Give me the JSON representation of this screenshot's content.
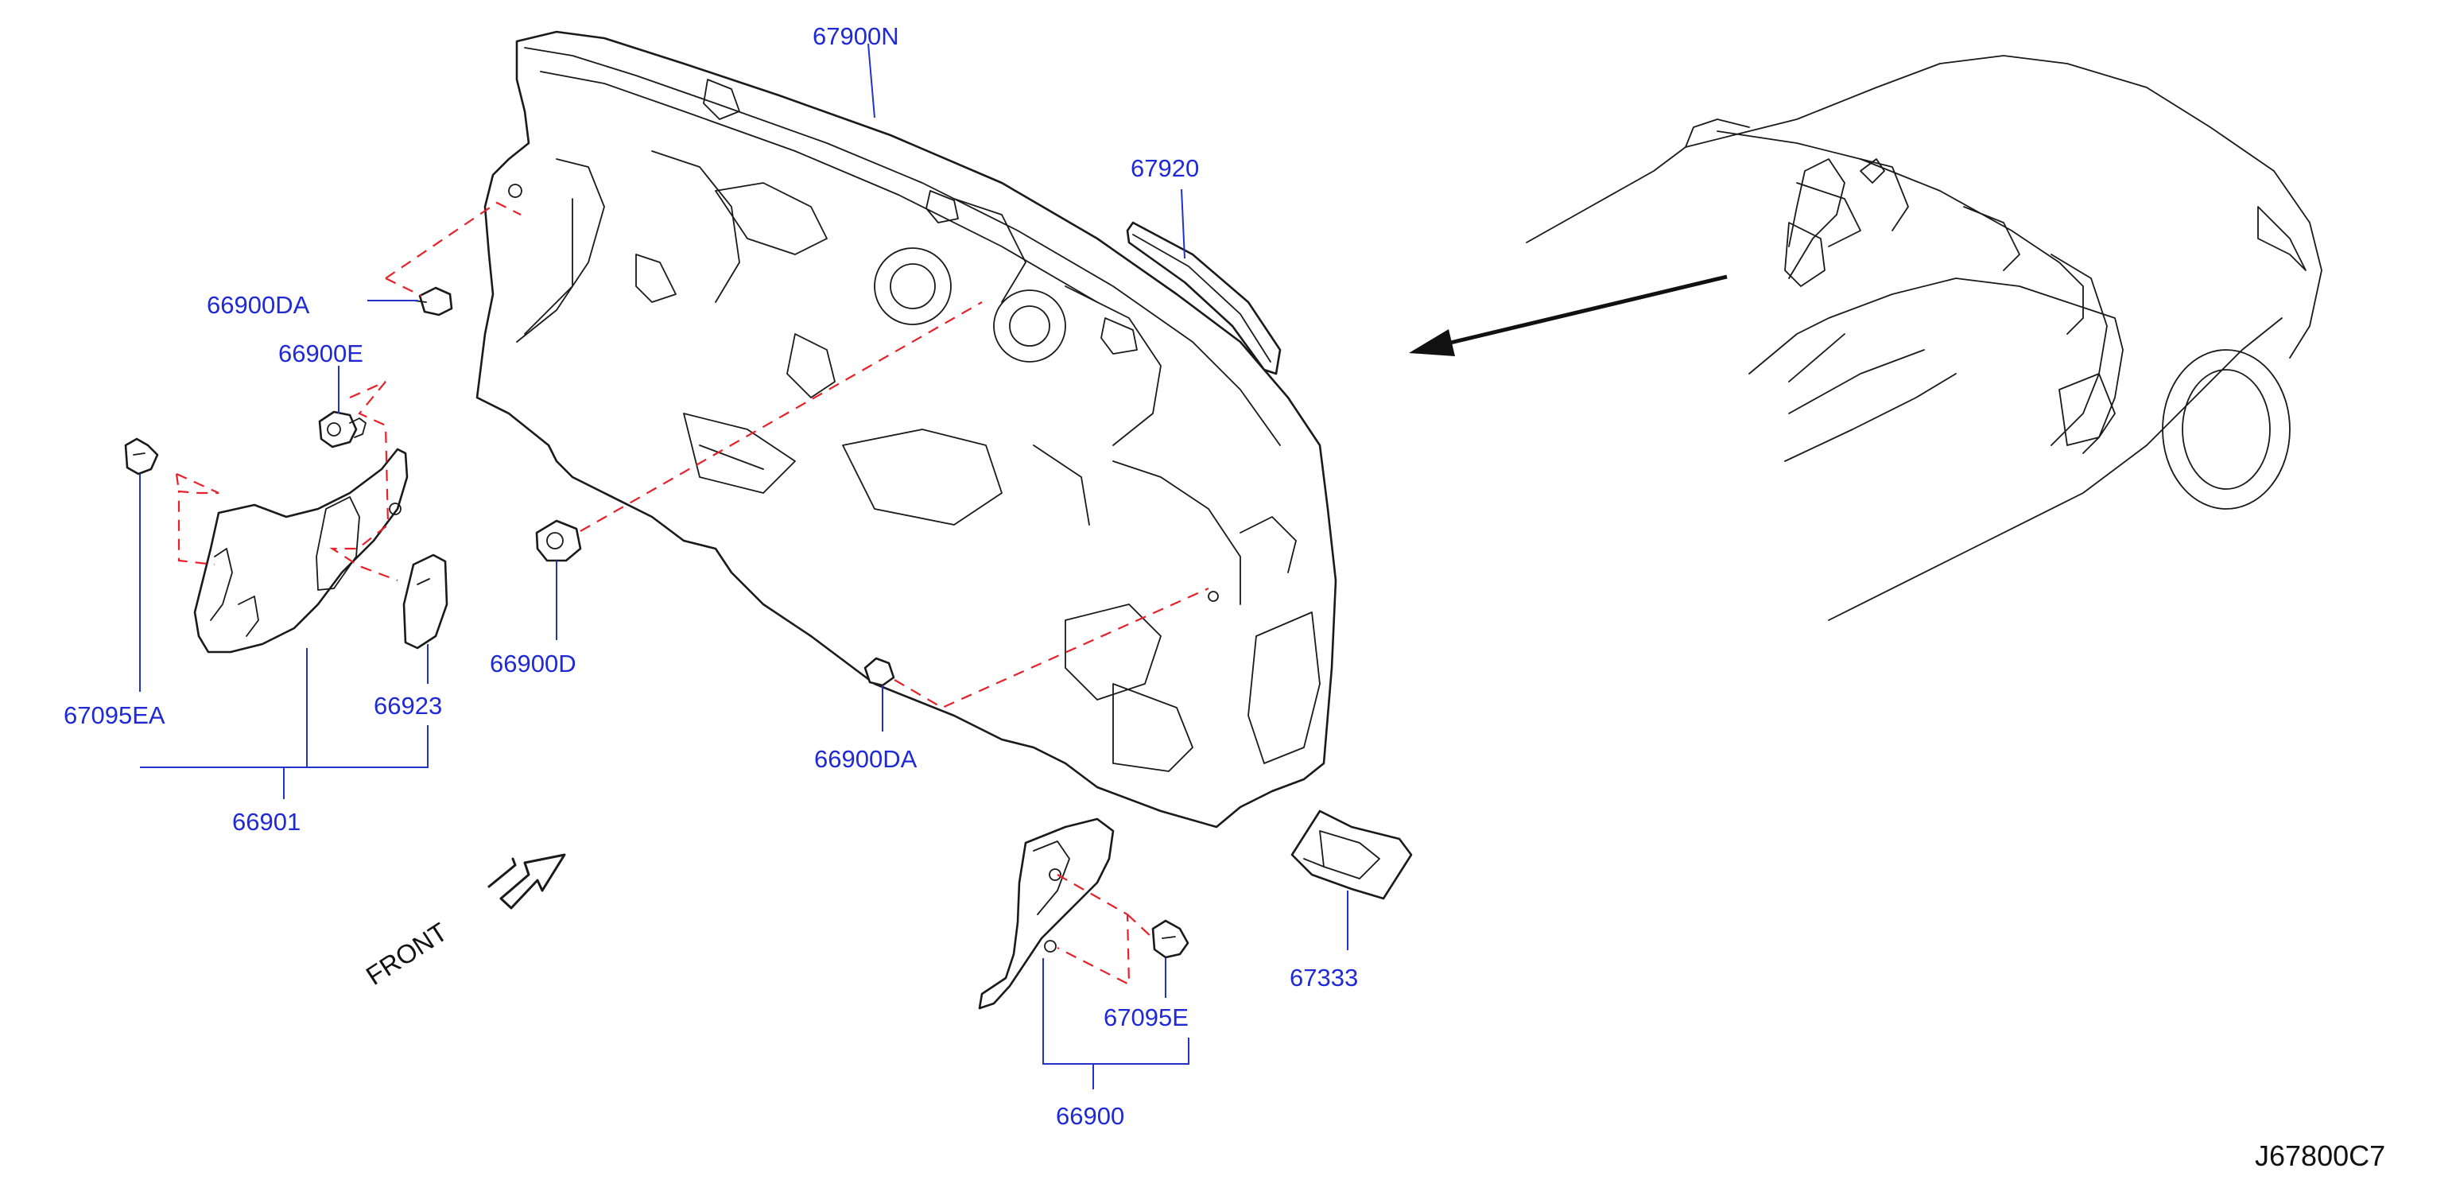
{
  "callouts": {
    "p67900N": "67900N",
    "p67920": "67920",
    "p66900DA_top": "66900DA",
    "p66900E": "66900E",
    "p67095EA": "67095EA",
    "p66923": "66923",
    "p66901": "66901",
    "p66900D": "66900D",
    "p66900DA_bottom": "66900DA",
    "p67333": "67333",
    "p67095E": "67095E",
    "p66900": "66900"
  },
  "front_label": "FRONT",
  "diagram_code": "J67800C7",
  "colors": {
    "callout_text": "#1f2ad6",
    "leader_line": "#2233cc",
    "hidden_line": "#e8202a",
    "outline": "#1a1a1a"
  }
}
